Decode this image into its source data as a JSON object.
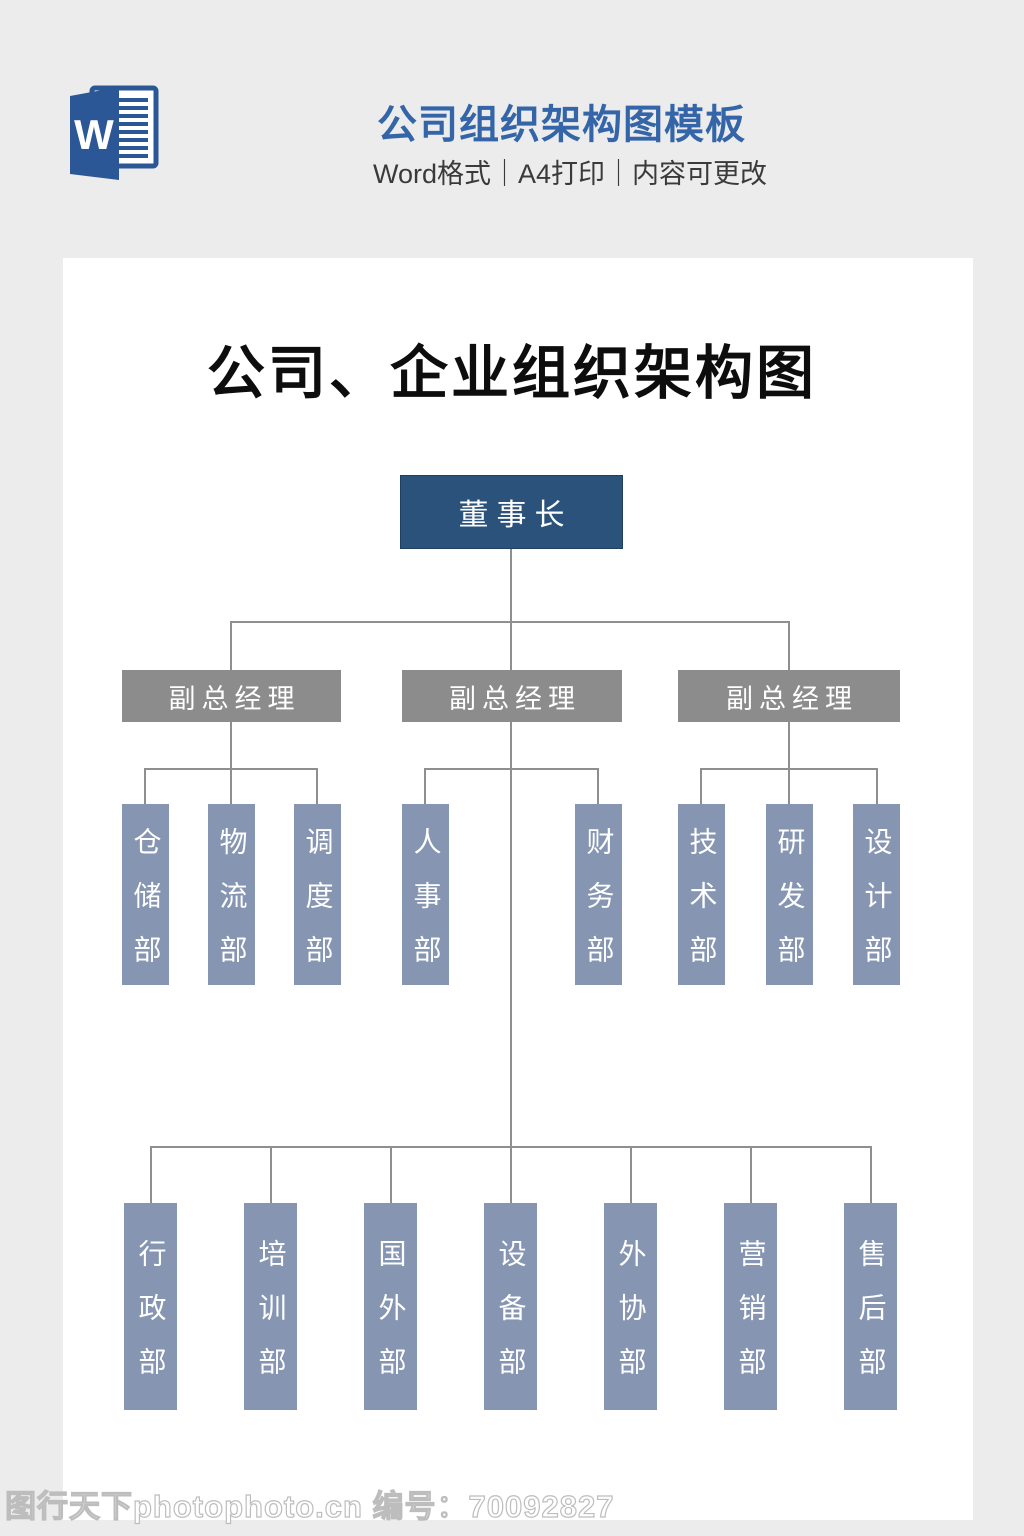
{
  "header": {
    "app_icon": "word-logo",
    "app_icon_letter": "W",
    "title": "公司组织架构图模板",
    "subtitle": "Word格式｜A4打印｜内容可更改"
  },
  "chart": {
    "title": "公司、企业组织架构图",
    "root": "董事长",
    "groups": [
      {
        "manager": "副总经理",
        "departments": [
          "仓储部",
          "物流部",
          "调度部"
        ]
      },
      {
        "manager": "副总经理",
        "departments": [
          "人事部",
          "财务部"
        ]
      },
      {
        "manager": "副总经理",
        "departments": [
          "技术部",
          "研发部",
          "设计部"
        ]
      }
    ],
    "bottom_departments": [
      "行政部",
      "培训部",
      "国外部",
      "设备部",
      "外协部",
      "营销部",
      "售后部"
    ]
  },
  "footer": {
    "watermark": "图行天下photophoto.cn 编号：70092827"
  },
  "colors": {
    "page_background": "#ececec",
    "card_background": "#ffffff",
    "header_title": "#3465a9",
    "word_blue": "#2b5797",
    "chairman_box": "#2a527b",
    "vp_box": "#8c8c8c",
    "department_box": "#8696b2",
    "connector_line": "#8f8f8f",
    "doc_title_text": "#0d0d0d"
  }
}
